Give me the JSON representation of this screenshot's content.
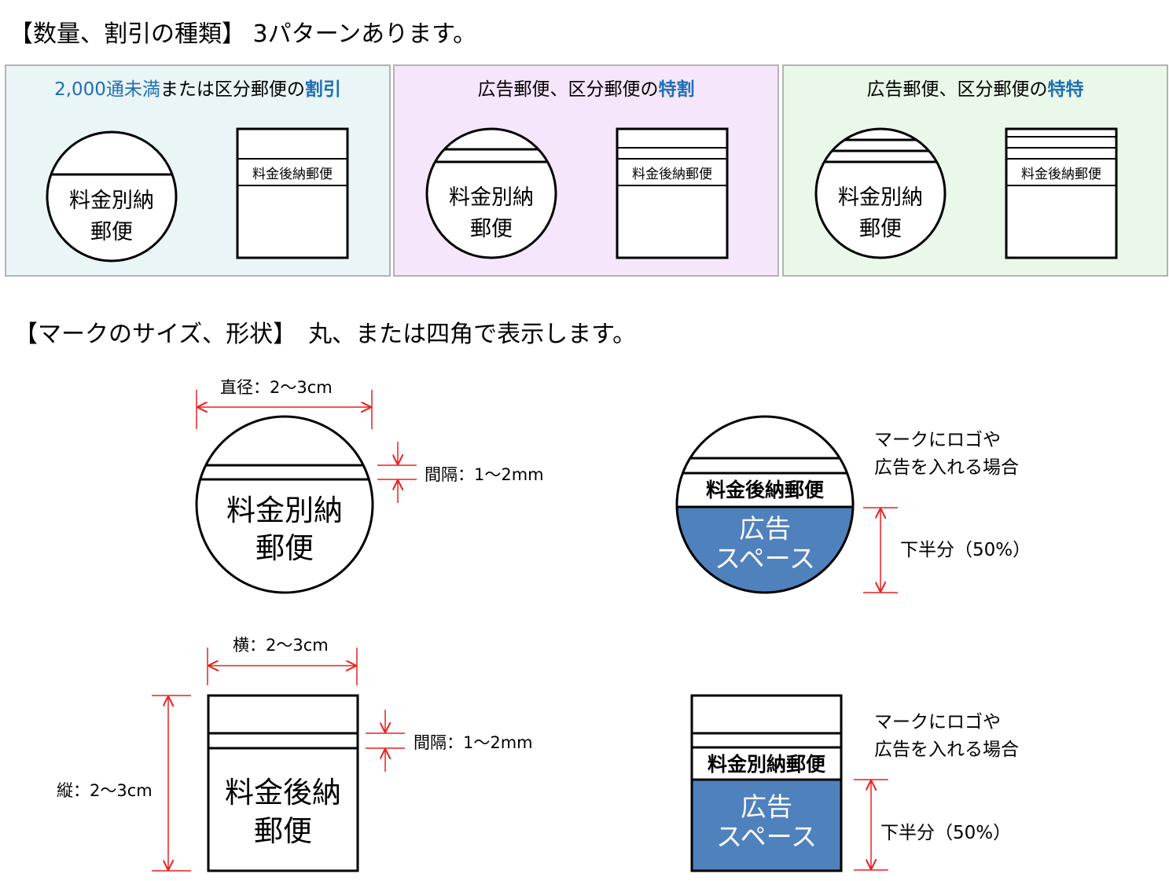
{
  "section1": {
    "heading": "【数量、割引の種類】 3パターンあります。",
    "panels": [
      {
        "title_pre": "2,000通未満",
        "title_mid": "または区分郵便の",
        "title_bold": "割引",
        "bg_color": "#eaf5f7",
        "circle_label_line1": "料金別納",
        "circle_label_line2": "郵便",
        "rect_label": "料金後納郵便",
        "line_count": 1
      },
      {
        "title_pre": "",
        "title_mid": "広告郵便、区分郵便の",
        "title_bold": "特割",
        "bg_color": "#f6e6fb",
        "circle_label_line1": "料金別納",
        "circle_label_line2": "郵便",
        "rect_label": "料金後納郵便",
        "line_count": 2
      },
      {
        "title_pre": "",
        "title_mid": "広告郵便、区分郵便の",
        "title_bold": "特特",
        "bg_color": "#e9f8e8",
        "circle_label_line1": "料金別納",
        "circle_label_line2": "郵便",
        "rect_label": "料金後納郵便",
        "line_count": 3
      }
    ]
  },
  "section2": {
    "heading": "【マークのサイズ、形状】　丸、または四角で表示します。",
    "circle_diameter_label": "直径：2〜3cm",
    "circle_gap_label": "間隔：1〜2mm",
    "circle_mark_line1": "料金別納",
    "circle_mark_line2": "郵便",
    "rect_width_label": "横：2〜3cm",
    "rect_height_label": "縦：2〜3cm",
    "rect_gap_label": "間隔：1〜2mm",
    "rect_mark_line1": "料金後納",
    "rect_mark_line2": "郵便",
    "ad_circle": {
      "label": "料金後納郵便",
      "ad_line1": "広告",
      "ad_line2": "スペース",
      "note_line1": "マークにロゴや",
      "note_line2": "広告を入れる場合",
      "half_label": "下半分（50%）"
    },
    "ad_rect": {
      "label": "料金別納郵便",
      "ad_line1": "広告",
      "ad_line2": "スペース",
      "note_line1": "マークにロゴや",
      "note_line2": "広告を入れる場合",
      "half_label": "下半分（50%）"
    }
  },
  "colors": {
    "accent_blue": "#1f6eb4",
    "ad_fill": "#4f81bd",
    "dimension_red": "#e8211f"
  }
}
